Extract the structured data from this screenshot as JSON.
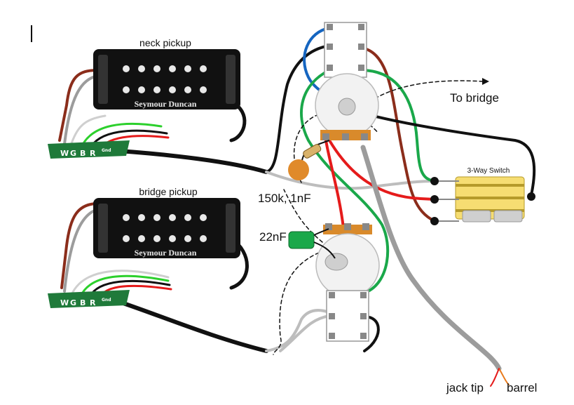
{
  "pickups": {
    "neck": {
      "label": "neck pickup",
      "brand": "Seymour Duncan"
    },
    "bridge": {
      "label": "bridge pickup",
      "brand": "Seymour Duncan"
    }
  },
  "pcb_pins": [
    "W",
    "G",
    "B",
    "R",
    "Gnd"
  ],
  "components": {
    "resistor_cap": "150k, 1nF",
    "tone_cap": "22nF"
  },
  "switch": {
    "label": "3-Way Switch"
  },
  "annotations": {
    "to_bridge": "To bridge",
    "jack_tip": "jack tip",
    "barrel": "barrel"
  },
  "wire_colors": {
    "red": "#e51b1b",
    "green": "#1aa84a",
    "blue": "#1565c0",
    "brown": "#8b2d1b",
    "black": "#111111",
    "grey": "#9c9c9c",
    "white": "#d8d8d8",
    "orange": "#e87a1c"
  }
}
